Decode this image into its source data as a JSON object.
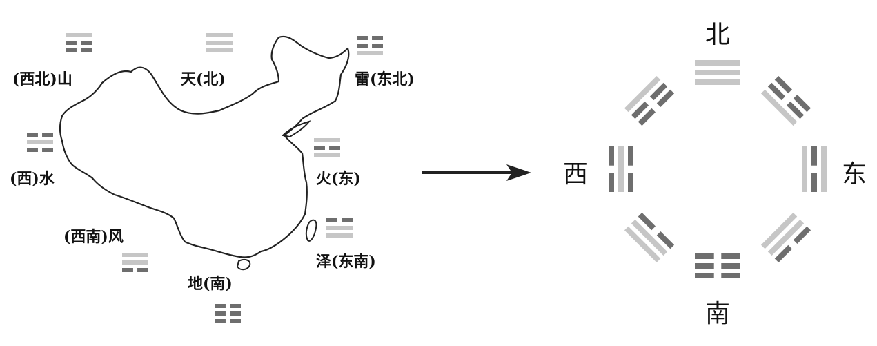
{
  "colors": {
    "dark": "#6e6e6e",
    "light": "#c6c6c6",
    "ink": "#111111",
    "background": "#ffffff"
  },
  "map_labels": {
    "northwest": "(西北)山",
    "north": "天(北)",
    "northeast": "雷(东北)",
    "west": "(西)水",
    "east": "火(东)",
    "southwest": "(西南)风",
    "southeast": "泽(东南)",
    "south": "地(南)"
  },
  "compass": {
    "north": "北",
    "south": "南",
    "east": "东",
    "west": "西"
  },
  "trigrams": {
    "qian": {
      "lines": [
        "solid",
        "solid",
        "solid"
      ],
      "tone": "light"
    },
    "kun": {
      "lines": [
        "broken",
        "broken",
        "broken"
      ],
      "tone": "dark"
    },
    "zhen": {
      "lines": [
        "broken",
        "broken",
        "solid"
      ],
      "tone": "mixed"
    },
    "xun": {
      "lines": [
        "solid",
        "solid",
        "broken"
      ],
      "tone": "mixed"
    },
    "kan": {
      "lines": [
        "broken",
        "solid",
        "broken"
      ],
      "tone": "mixed"
    },
    "li": {
      "lines": [
        "solid",
        "broken",
        "solid"
      ],
      "tone": "mixed"
    },
    "gen": {
      "lines": [
        "solid",
        "broken",
        "broken"
      ],
      "tone": "mixed"
    },
    "dui": {
      "lines": [
        "broken",
        "solid",
        "solid"
      ],
      "tone": "mixed"
    }
  },
  "arrow": {
    "direction": "right"
  }
}
